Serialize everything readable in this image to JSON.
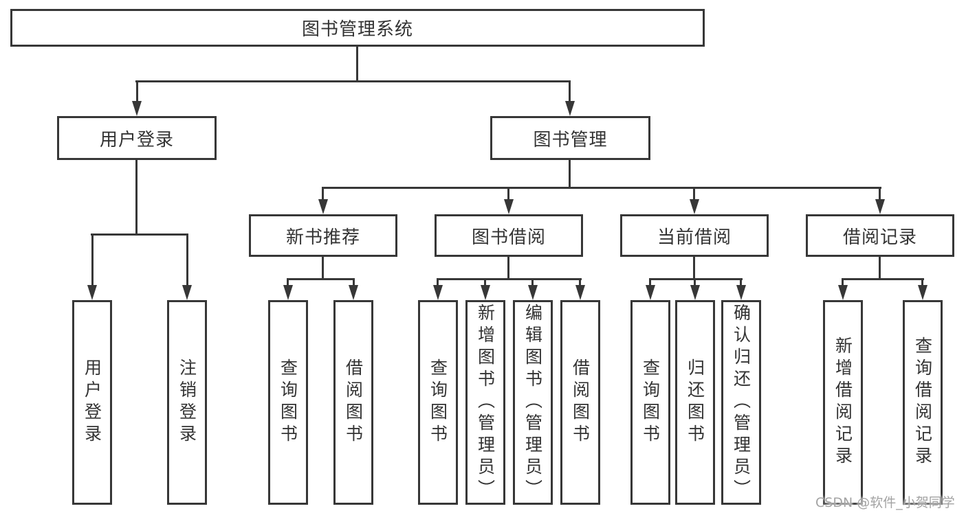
{
  "diagram": {
    "root": {
      "label": "图书管理系统"
    },
    "level2": [
      {
        "label": "用户登录"
      },
      {
        "label": "图书管理"
      }
    ],
    "level3": [
      {
        "label": "新书推荐"
      },
      {
        "label": "图书借阅"
      },
      {
        "label": "当前借阅"
      },
      {
        "label": "借阅记录"
      }
    ],
    "leaves": {
      "user_login": [
        "用户登录",
        "注销登录"
      ],
      "new_book_recommend": [
        "查询图书",
        "借阅图书"
      ],
      "book_borrow": [
        "查询图书",
        "新增图书（管理员）",
        "编辑图书（管理员）",
        "借阅图书"
      ],
      "current_borrow": [
        "查询图书",
        "归还图书",
        "确认归还（管理员）"
      ],
      "borrow_records": [
        "新增借阅记录",
        "查询借阅记录"
      ]
    }
  },
  "watermark": {
    "text": "CSDN @软件_小贺同学"
  },
  "colors": {
    "line": "#373737",
    "text": "#333333",
    "background": "#ffffff",
    "watermark": "#a3a3a3"
  }
}
